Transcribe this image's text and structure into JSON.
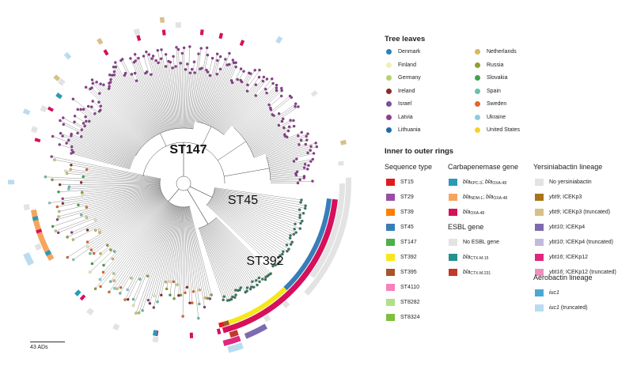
{
  "tree_leaves": {
    "title": "Tree leaves",
    "countries": [
      {
        "label": "Denmark",
        "color": "#2b83ba"
      },
      {
        "label": "Finland",
        "color": "#f2efb6"
      },
      {
        "label": "Germany",
        "color": "#b7d36a"
      },
      {
        "label": "Ireland",
        "color": "#8b2a2a"
      },
      {
        "label": "Israel",
        "color": "#7b4f9d"
      },
      {
        "label": "Latvia",
        "color": "#8e3d8f"
      },
      {
        "label": "Lithuania",
        "color": "#1f6aa8"
      },
      {
        "label": "Netherlands",
        "color": "#d9b65a"
      },
      {
        "label": "Russia",
        "color": "#8da12e"
      },
      {
        "label": "Slovakia",
        "color": "#3fa34d"
      },
      {
        "label": "Spain",
        "color": "#66c2a5"
      },
      {
        "label": "Sweden",
        "color": "#e4652b"
      },
      {
        "label": "Ukraine",
        "color": "#8ccbe0"
      },
      {
        "label": "United States",
        "color": "#f5d327"
      }
    ]
  },
  "rings": {
    "title": "Inner to outer rings",
    "sequence_type": {
      "title": "Sequence type",
      "items": [
        {
          "label": "ST15",
          "color": "#e31a1c"
        },
        {
          "label": "ST29",
          "color": "#984ea3"
        },
        {
          "label": "ST39",
          "color": "#ff7f00"
        },
        {
          "label": "ST45",
          "color": "#377eb8"
        },
        {
          "label": "ST147",
          "color": "#4daf4a"
        },
        {
          "label": "ST392",
          "color": "#f6e71a"
        },
        {
          "label": "ST395",
          "color": "#a65628"
        },
        {
          "label": "ST4110",
          "color": "#f781bf"
        },
        {
          "label": "ST8282",
          "color": "#b2df8a"
        },
        {
          "label": "ST8324",
          "color": "#7fbf3f"
        }
      ]
    },
    "carbapenemase": {
      "title": "Carbapenemase gene",
      "items": [
        {
          "gene1": "bla",
          "sub1": "KPC-3",
          "sep": "; ",
          "gene2": "bla",
          "sub2": "OXA-48",
          "color": "#2a9bb7"
        },
        {
          "gene1": "bla",
          "sub1": "NDM-1",
          "sep": "; ",
          "gene2": "bla",
          "sub2": "OXA-48",
          "color": "#f6a55e"
        },
        {
          "gene1": "bla",
          "sub1": "OXA-48",
          "sep": "",
          "gene2": "",
          "sub2": "",
          "color": "#d6105a"
        }
      ]
    },
    "esbl": {
      "title": "ESBL gene",
      "items": [
        {
          "gene": "No ESBL gene",
          "sub": "",
          "color": "#e3e3e3"
        },
        {
          "gene": "bla",
          "sub": "CTX-M-15",
          "color": "#22928a"
        },
        {
          "gene": "bla",
          "sub": "CTX-M-231",
          "color": "#c0392b"
        }
      ]
    },
    "yersiniabactin": {
      "title": "Yersiniabactin lineage",
      "items": [
        {
          "label": "No yersiniabactin",
          "color": "#e3e3e3"
        },
        {
          "label": "ybt9; ICEKp3",
          "color": "#a8741a"
        },
        {
          "label": "ybt9; ICEKp3 (truncated)",
          "color": "#d8c08a"
        },
        {
          "label": "ybt10; ICEKp4",
          "color": "#7c6bb0"
        },
        {
          "label": "ybt10; ICEKp4 (truncated)",
          "color": "#c3b9dc"
        },
        {
          "label": "ybt16; ICEKp12",
          "color": "#e0277d"
        },
        {
          "label": "ybt16; ICEKp12 (truncated)",
          "color": "#f08fbd"
        }
      ]
    },
    "aerobactin": {
      "title": "Aerobactin lineage",
      "items": [
        {
          "label": "iuc1",
          "color": "#4aa9d4"
        },
        {
          "label": "iuc1 (truncated)",
          "color": "#b9dcef"
        }
      ]
    }
  },
  "clades": [
    {
      "label": "ST147"
    },
    {
      "label": "ST45"
    },
    {
      "label": "ST392"
    }
  ],
  "scale_bar": {
    "label": "43 ADs"
  }
}
